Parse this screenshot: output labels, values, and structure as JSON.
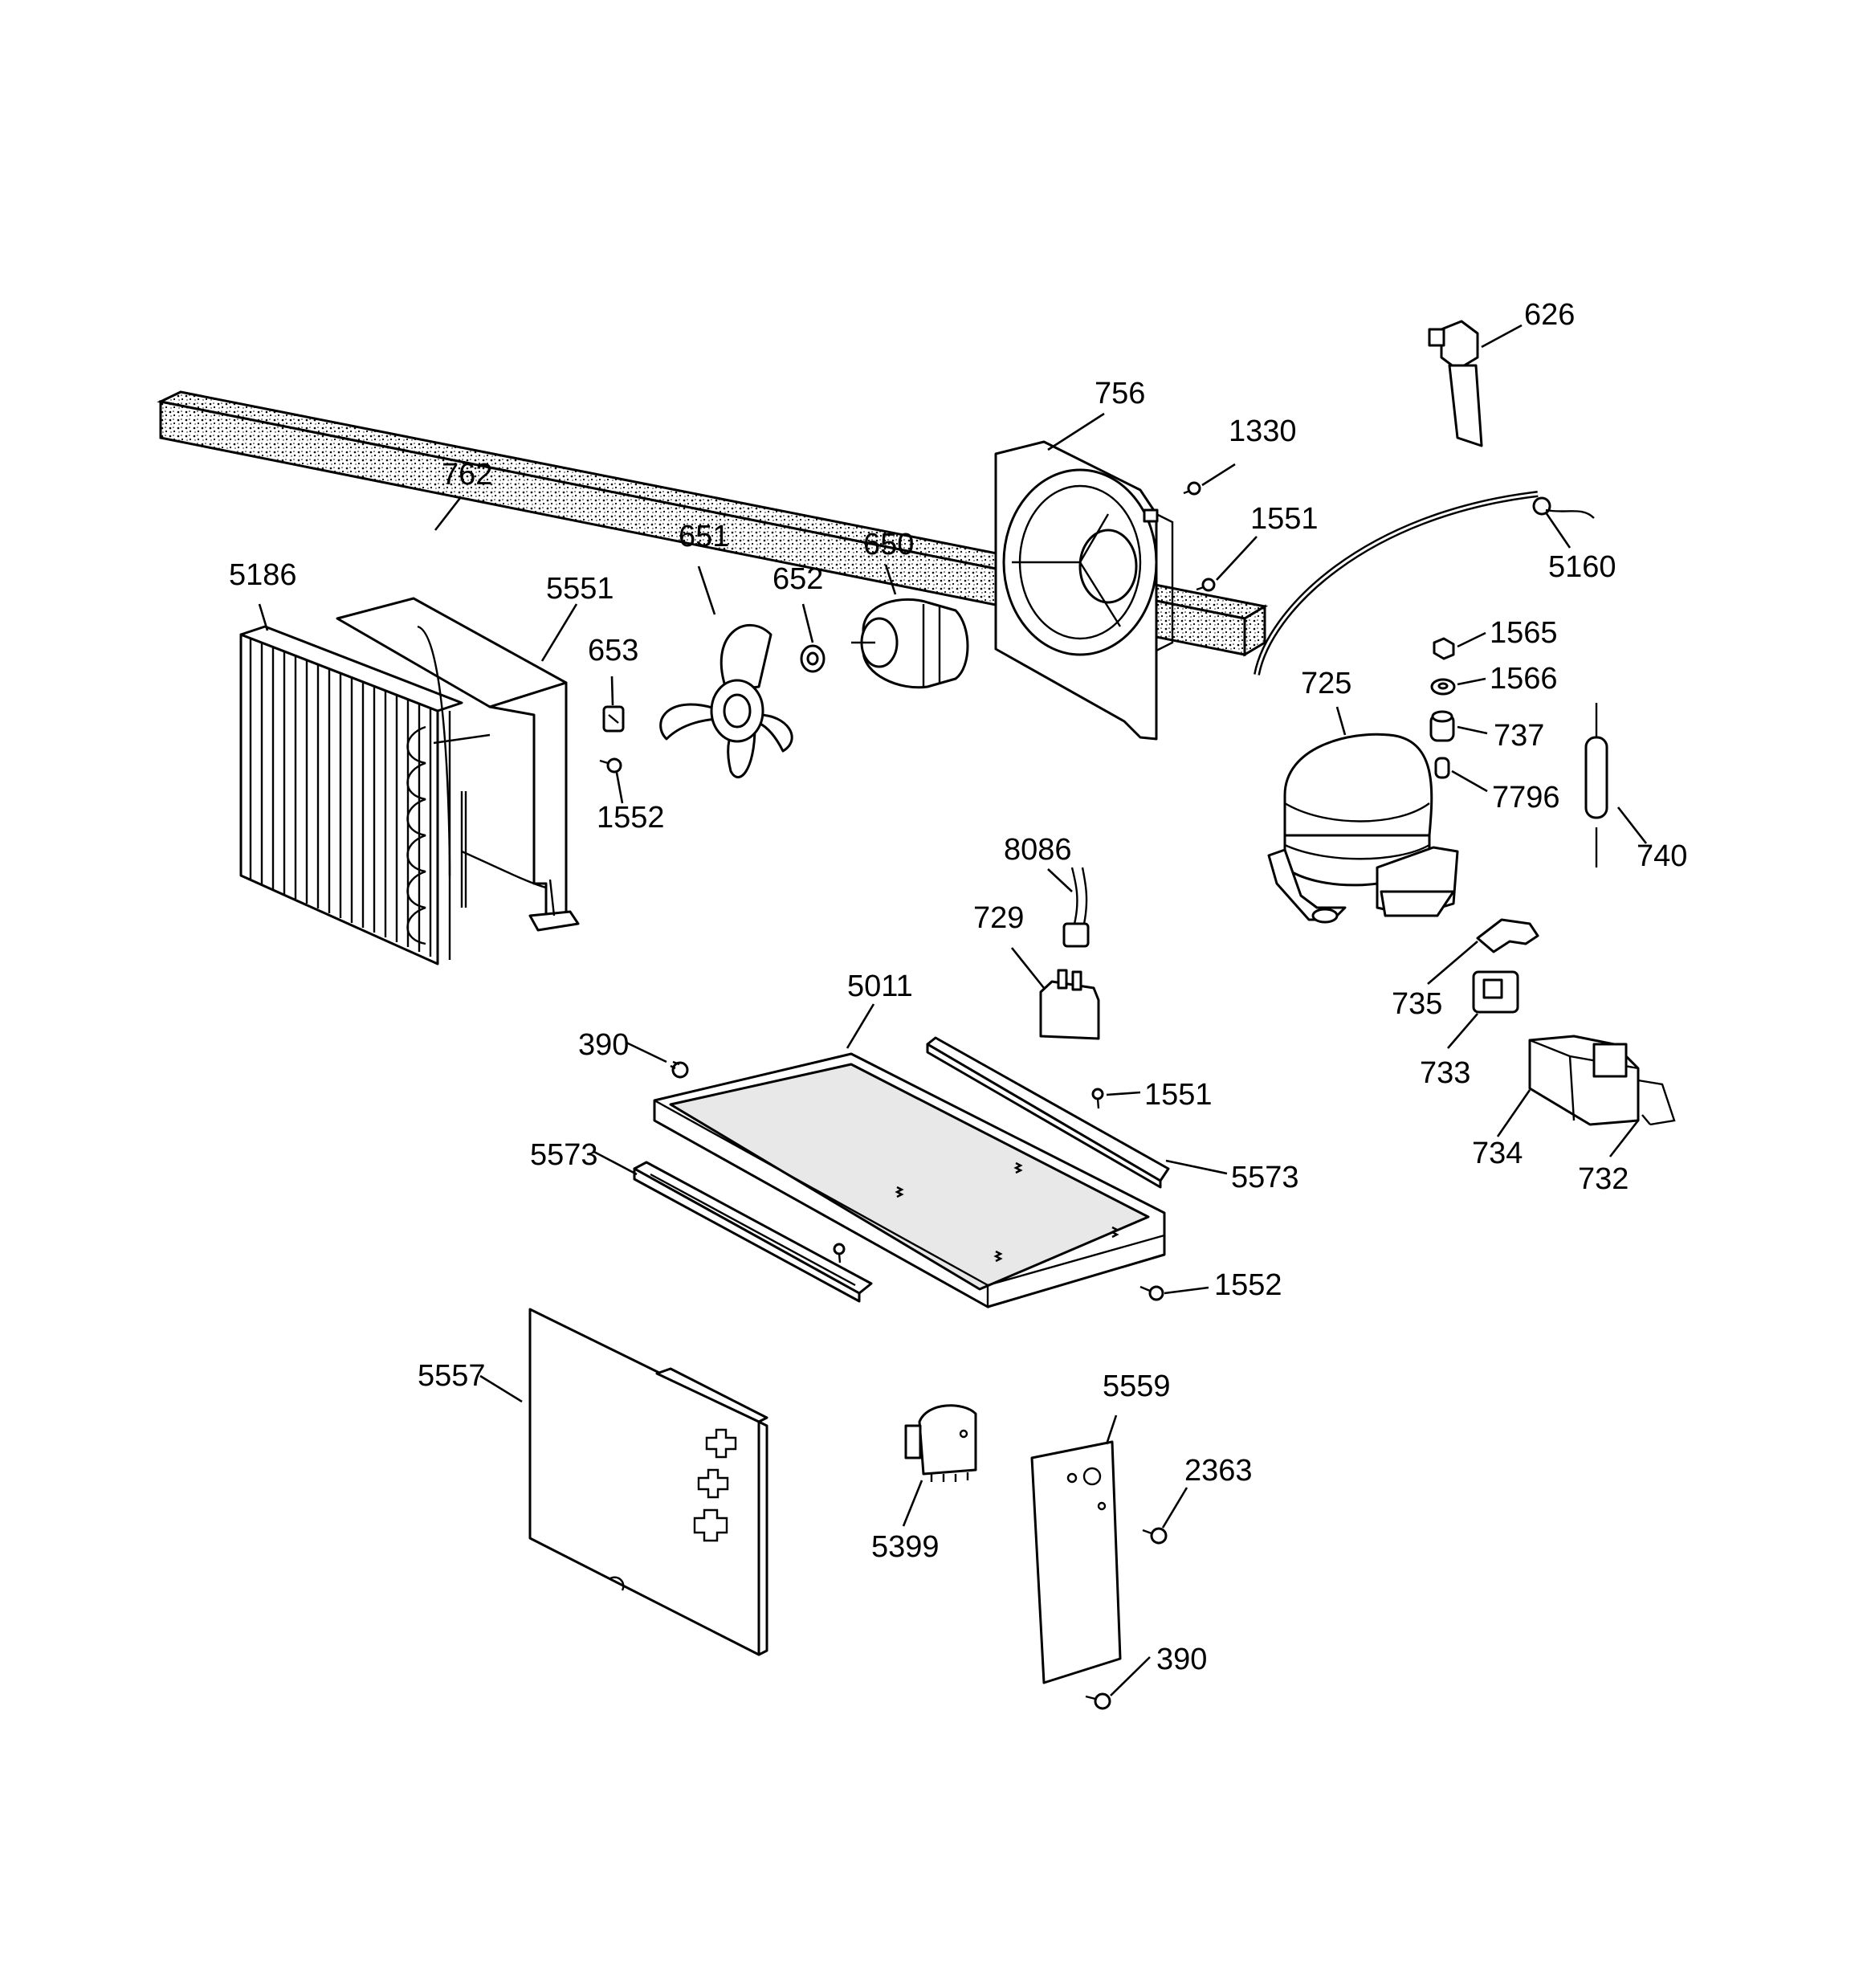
{
  "diagram": {
    "kind": "exploded parts diagram",
    "callouts": [
      {
        "id": "c-626",
        "number": "626"
      },
      {
        "id": "c-756",
        "number": "756"
      },
      {
        "id": "c-1330",
        "number": "1330"
      },
      {
        "id": "c-762",
        "number": "762"
      },
      {
        "id": "c-1551-top",
        "number": "1551"
      },
      {
        "id": "c-651",
        "number": "651"
      },
      {
        "id": "c-650",
        "number": "650"
      },
      {
        "id": "c-5160",
        "number": "5160"
      },
      {
        "id": "c-5186",
        "number": "5186"
      },
      {
        "id": "c-652",
        "number": "652"
      },
      {
        "id": "c-5551",
        "number": "5551"
      },
      {
        "id": "c-1565",
        "number": "1565"
      },
      {
        "id": "c-653",
        "number": "653"
      },
      {
        "id": "c-1566",
        "number": "1566"
      },
      {
        "id": "c-725",
        "number": "725"
      },
      {
        "id": "c-737",
        "number": "737"
      },
      {
        "id": "c-7796",
        "number": "7796"
      },
      {
        "id": "c-1552-top",
        "number": "1552"
      },
      {
        "id": "c-8086",
        "number": "8086"
      },
      {
        "id": "c-740",
        "number": "740"
      },
      {
        "id": "c-729",
        "number": "729"
      },
      {
        "id": "c-5011",
        "number": "5011"
      },
      {
        "id": "c-735",
        "number": "735"
      },
      {
        "id": "c-390-top",
        "number": "390"
      },
      {
        "id": "c-1551-mid",
        "number": "1551"
      },
      {
        "id": "c-733",
        "number": "733"
      },
      {
        "id": "c-734",
        "number": "734"
      },
      {
        "id": "c-5573-left",
        "number": "5573"
      },
      {
        "id": "c-5573-right",
        "number": "5573"
      },
      {
        "id": "c-732",
        "number": "732"
      },
      {
        "id": "c-1552-mid",
        "number": "1552"
      },
      {
        "id": "c-5557",
        "number": "5557"
      },
      {
        "id": "c-5559",
        "number": "5559"
      },
      {
        "id": "c-2363",
        "number": "2363"
      },
      {
        "id": "c-5399",
        "number": "5399"
      },
      {
        "id": "c-390-bottom",
        "number": "390"
      }
    ]
  }
}
